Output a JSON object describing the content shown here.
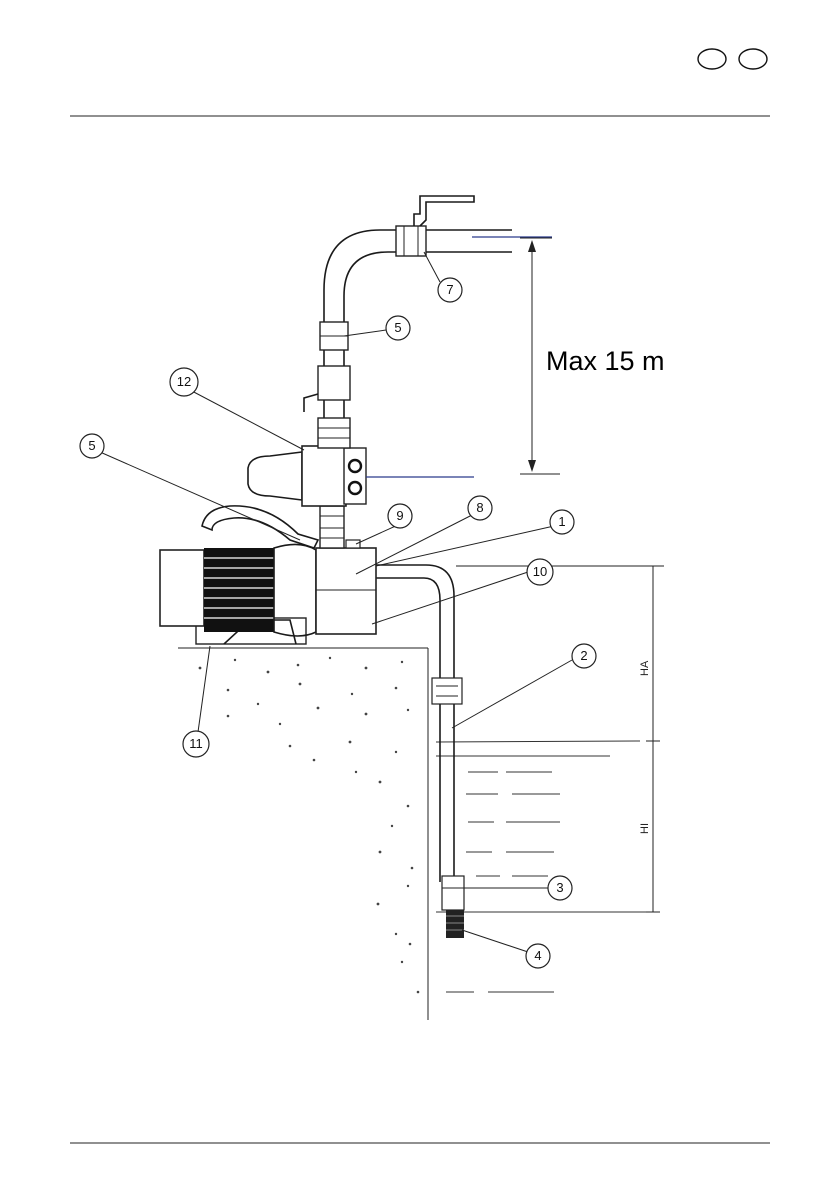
{
  "diagram": {
    "max_height_label": "Max 15 m",
    "dimension_labels": {
      "ha": "HA",
      "hi": "HI"
    },
    "callouts": [
      {
        "id": "1",
        "label": "1"
      },
      {
        "id": "2",
        "label": "2"
      },
      {
        "id": "3",
        "label": "3"
      },
      {
        "id": "4",
        "label": "4"
      },
      {
        "id": "5a",
        "label": "5"
      },
      {
        "id": "5b",
        "label": "5"
      },
      {
        "id": "7",
        "label": "7"
      },
      {
        "id": "8",
        "label": "8"
      },
      {
        "id": "9",
        "label": "9"
      },
      {
        "id": "10",
        "label": "10"
      },
      {
        "id": "11",
        "label": "11"
      },
      {
        "id": "12",
        "label": "12"
      }
    ],
    "colors": {
      "line": "#1a1a1a",
      "reference_line": "#2a3a8c",
      "motor_dark": "#111111"
    }
  }
}
